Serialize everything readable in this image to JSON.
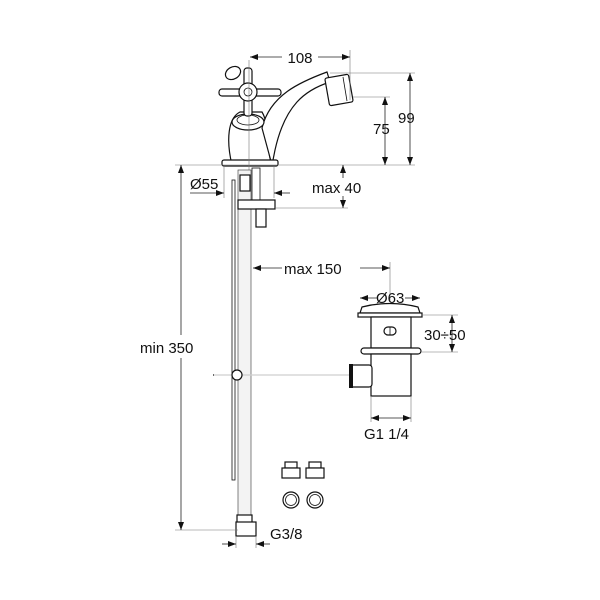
{
  "drawing": {
    "title": "Bidet mixer technical drawing",
    "dimensions": {
      "width_top": "108",
      "height_total": "99",
      "height_spout": "75",
      "base_diameter": "Ø55",
      "max_deck": "max 40",
      "min_length": "min 350",
      "max_distance": "max 150",
      "waste_diameter": "Ø63",
      "waste_range": "30÷50",
      "waste_thread": "G1 1/4",
      "hose_thread": "G3/8"
    },
    "colors": {
      "line": "#111111",
      "background": "#ffffff"
    }
  }
}
